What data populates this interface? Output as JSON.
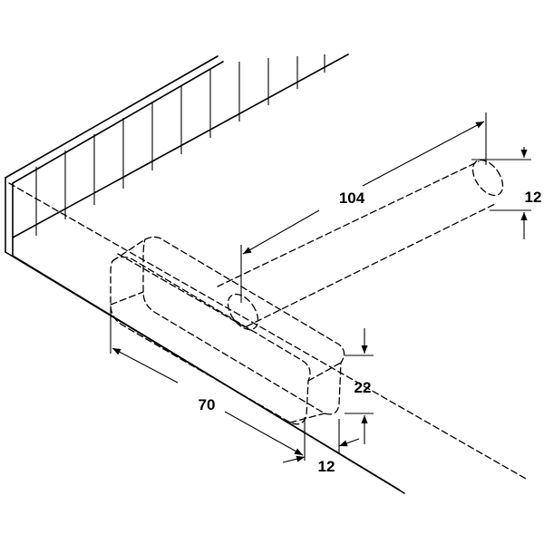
{
  "dimensions": {
    "depth_104": "104",
    "dowel_diameter_12": "12",
    "handle_length_70": "70",
    "handle_height_22": "22",
    "handle_width_12": "12"
  },
  "colors": {
    "line": "#000000",
    "background": "#ffffff"
  }
}
